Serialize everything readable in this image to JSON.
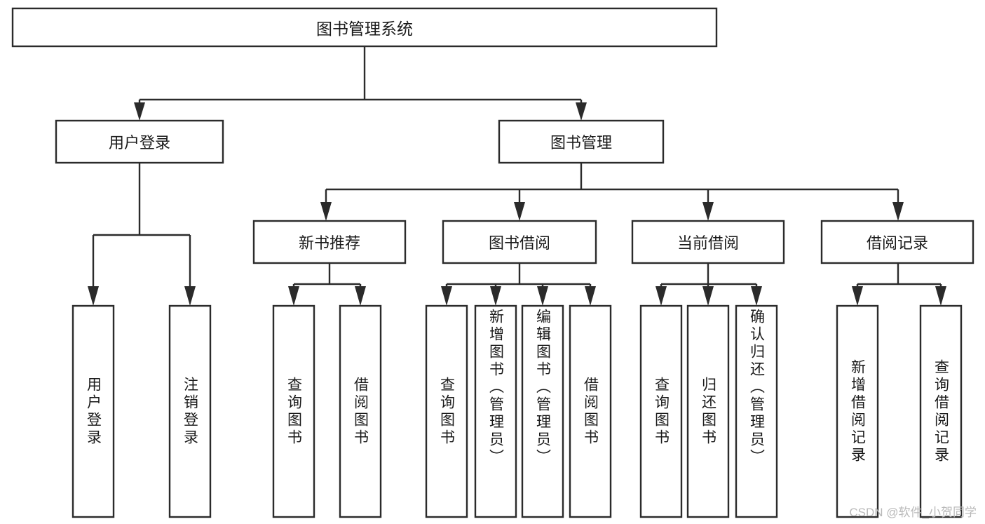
{
  "diagram": {
    "type": "tree",
    "title": "图书管理系统",
    "watermark": "CSDN @软件_小贺同学",
    "root": {
      "label": "图书管理系统"
    },
    "level2": {
      "user_login": {
        "label": "用户登录"
      },
      "book_manage": {
        "label": "图书管理"
      }
    },
    "level3": {
      "new_book_recommend": {
        "label": "新书推荐"
      },
      "book_borrow": {
        "label": "图书借阅"
      },
      "current_borrow": {
        "label": "当前借阅"
      },
      "borrow_record": {
        "label": "借阅记录"
      }
    },
    "leaves": {
      "user_login": [
        {
          "label": "用户登录"
        },
        {
          "label": "注销登录"
        }
      ],
      "new_book_recommend": [
        {
          "label": "查询图书"
        },
        {
          "label": "借阅图书"
        }
      ],
      "book_borrow": [
        {
          "label": "查询图书"
        },
        {
          "label": "新增图书（管理员）"
        },
        {
          "label": "编辑图书（管理员）"
        },
        {
          "label": "借阅图书"
        }
      ],
      "current_borrow": [
        {
          "label": "查询图书"
        },
        {
          "label": "归还图书"
        },
        {
          "label": "确认归还（管理员）"
        }
      ],
      "borrow_record": [
        {
          "label": "新增借阅记录"
        },
        {
          "label": "查询借阅记录"
        }
      ]
    },
    "colors": {
      "stroke": "#2b2b2b",
      "fill": "#ffffff",
      "text": "#1a1a1a",
      "watermark": "#b9b9b9"
    }
  }
}
